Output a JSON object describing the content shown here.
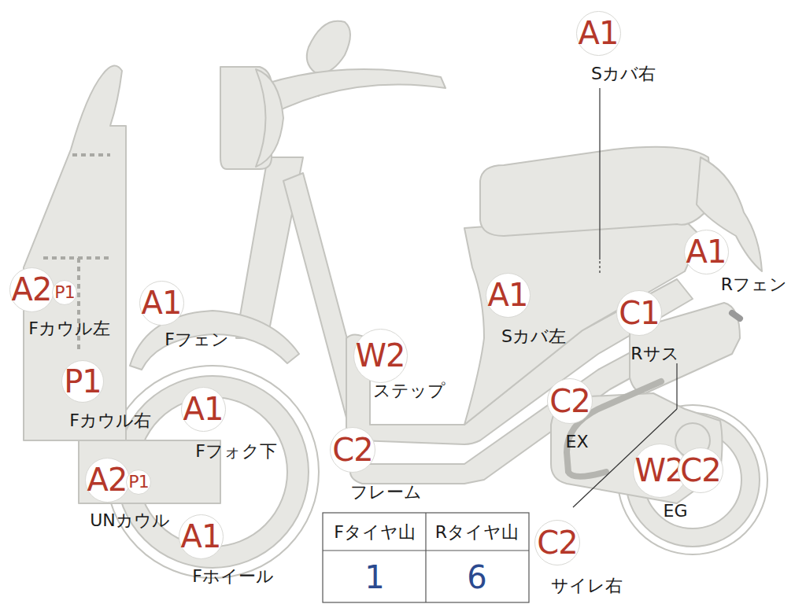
{
  "diagram": {
    "nodes": [
      {
        "text": [
          "A1"
        ]
      },
      {
        "text": [
          "A1"
        ]
      },
      {
        "text": [
          "A2"
        ]
      },
      {
        "text": [
          "P1"
        ]
      },
      {
        "text": [
          "A1"
        ]
      },
      {
        "text": [
          "C1"
        ]
      },
      {
        "text": [
          "A1"
        ]
      },
      {
        "text": [
          "W2"
        ]
      },
      {
        "text": [
          "P1"
        ]
      },
      {
        "text": [
          "A1"
        ]
      },
      {
        "text": [
          "C2"
        ]
      },
      {
        "text": [
          "C2"
        ]
      },
      {
        "text": [
          "A2"
        ]
      },
      {
        "text": [
          "P1"
        ]
      },
      {
        "text": [
          "W2"
        ]
      },
      {
        "text": [
          "C2"
        ]
      },
      {
        "text": [
          "A1"
        ]
      },
      {
        "text": [
          "C2"
        ]
      }
    ],
    "labels": [
      "Sカバ右",
      "Rフェン",
      "Fカウル左",
      "Fフェン",
      "Rサス",
      "Sカバ左",
      "ステップ",
      "Fカウル右",
      "Fフォク下",
      "EX",
      "フレーム",
      "UNカウル",
      "EG",
      "Fホイール",
      "サイレ右",
      "Fタイヤ山",
      "Rタイヤ山",
      "1",
      "6"
    ]
  }
}
